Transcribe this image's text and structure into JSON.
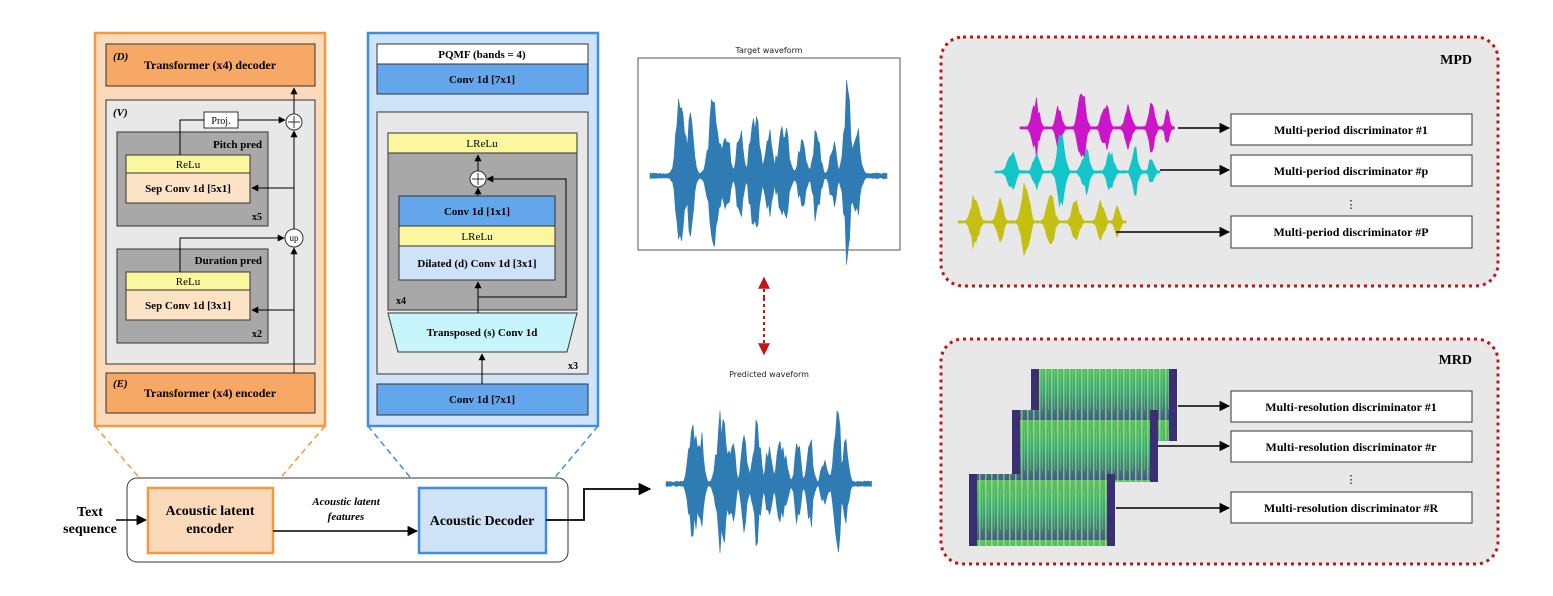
{
  "encoder_panel": {
    "decoder_tag": "(D)",
    "decoder_label": "Transformer (x4) decoder",
    "variance_tag": "(V)",
    "proj_label": "Proj.",
    "pitch_title": "Pitch pred",
    "pitch_relu": "ReLu",
    "pitch_conv": "Sep Conv 1d [5x1]",
    "pitch_repeat": "x5",
    "up_label": "up",
    "duration_title": "Duration pred",
    "duration_relu": "ReLu",
    "duration_conv": "Sep Conv 1d [3x1]",
    "duration_repeat": "x2",
    "encoder_tag": "(E)",
    "encoder_label": "Transformer (x4) encoder"
  },
  "decoder_panel": {
    "pqmf_label": "PQMF (bands = 4)",
    "conv_top": "Conv 1d [7x1]",
    "lrelu_outer": "LReLu",
    "conv_1x1": "Conv 1d [1x1]",
    "lrelu_inner": "LReLu",
    "dilated_conv": "Dilated (d) Conv 1d [3x1]",
    "inner_repeat": "x4",
    "transposed_conv": "Transposed (s) Conv 1d",
    "outer_repeat": "x3",
    "conv_bottom": "Conv 1d [7x1]"
  },
  "pipeline": {
    "input_line1": "Text",
    "input_line2": "sequence",
    "encoder_line1": "Acoustic latent",
    "encoder_line2": "encoder",
    "features_line1": "Acoustic latent",
    "features_line2": "features",
    "decoder_label": "Acoustic Decoder"
  },
  "waveforms": {
    "target_title": "Target waveform",
    "predicted_title": "Predicted waveform"
  },
  "mpd": {
    "title": "MPD",
    "discriminators": [
      "Multi-period discriminator #1",
      "Multi-period discriminator #p",
      "Multi-period discriminator #P"
    ],
    "ellipsis": "⋮"
  },
  "mrd": {
    "title": "MRD",
    "discriminators": [
      "Multi-resolution discriminator #1",
      "Multi-resolution discriminator #r",
      "Multi-resolution discriminator #R"
    ],
    "ellipsis": "⋮"
  },
  "colors": {
    "orange_fill": "#fbd9bb",
    "orange_border": "#f39a3e",
    "orange_block": "#f8a865",
    "blue_fill": "#cfe3f8",
    "blue_border": "#3f8fde",
    "blue_block": "#63a6ec",
    "yellow": "#fbf79e",
    "peach": "#fde3c6",
    "cyan": "#c6f6fb",
    "gray_panel": "#e8e8e8",
    "gray_block": "#a8a8a8",
    "waveform": "#2f7cb4",
    "mpd_magenta": "#cc14c8",
    "mpd_cyan": "#12c5c8",
    "mpd_olive": "#c5bf14",
    "dotted_red": "#c41515"
  }
}
